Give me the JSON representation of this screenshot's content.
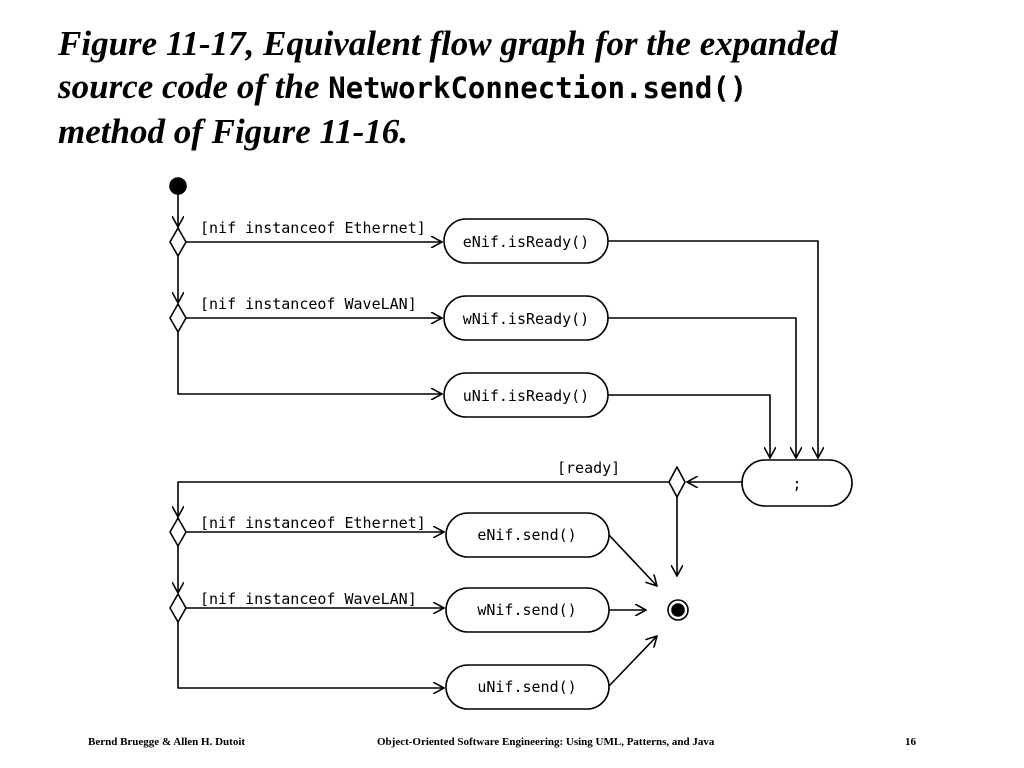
{
  "title": {
    "line1": "Figure 11-17, Equivalent flow graph for the expanded",
    "line2_prefix": "source code of the ",
    "line2_code": "NetworkConnection.send()",
    "line3": "method of Figure 11-16."
  },
  "diagram": {
    "nodes": {
      "enif_isready": "eNif.isReady()",
      "wnif_isready": "wNif.isReady()",
      "unif_isready": "uNif.isReady()",
      "join": ";",
      "enif_send": "eNif.send()",
      "wnif_send": "wNif.send()",
      "unif_send": "uNif.send()"
    },
    "guards": {
      "ethernet_1": "[nif instanceof Ethernet]",
      "wavelan_1": "[nif instanceof WaveLAN]",
      "ready": "[ready]",
      "ethernet_2": "[nif instanceof Ethernet]",
      "wavelan_2": "[nif instanceof WaveLAN]"
    }
  },
  "footer": {
    "authors": "Bernd Bruegge & Allen H. Dutoit",
    "book": "Object-Oriented Software Engineering: Using UML, Patterns, and Java",
    "page": "16"
  }
}
